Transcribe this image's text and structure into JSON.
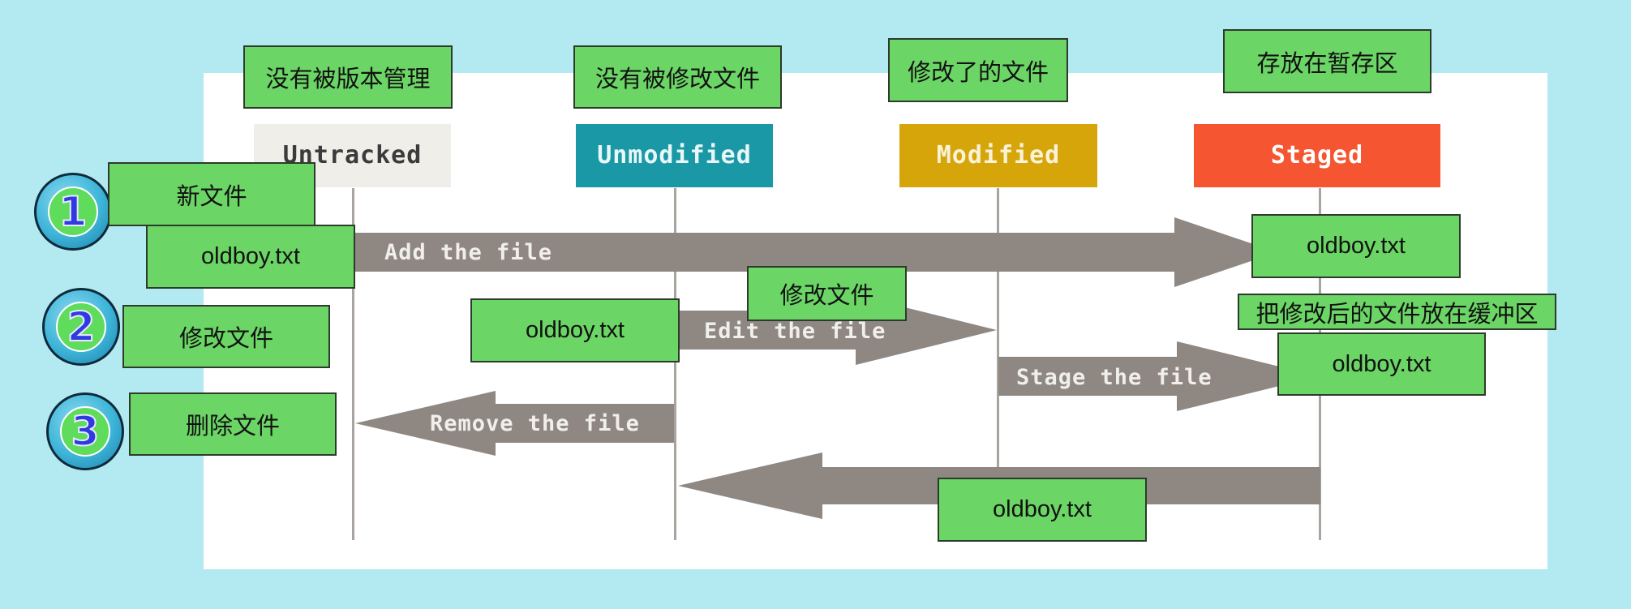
{
  "states": [
    {
      "key": "untracked",
      "label": "Untracked",
      "bg": "#efeee9",
      "fg": "#3b3b3b"
    },
    {
      "key": "unmodified",
      "label": "Unmodified",
      "bg": "#1a98a6",
      "fg": "#e8f7f8"
    },
    {
      "key": "modified",
      "label": "Modified",
      "bg": "#d5a50a",
      "fg": "#fbf2d8"
    },
    {
      "key": "staged",
      "label": "Staged",
      "bg": "#f55530",
      "fg": "#ffffff"
    }
  ],
  "state_captions": {
    "untracked": "没有被版本管理",
    "unmodified": "没有被修改文件",
    "modified": "修改了的文件",
    "staged": "存放在暂存区"
  },
  "transitions": {
    "add": "Add the file",
    "edit": "Edit the file",
    "stage": "Stage the file",
    "remove": "Remove the file"
  },
  "steps": [
    {
      "number": "1",
      "label": "新文件"
    },
    {
      "number": "2",
      "label": "修改文件"
    },
    {
      "number": "3",
      "label": "删除文件"
    }
  ],
  "files": {
    "add_source": "oldboy.txt",
    "add_target": "oldboy.txt",
    "edit_source": "oldboy.txt",
    "stage_target": "oldboy.txt",
    "commit_return": "oldboy.txt"
  },
  "notes": {
    "edit_note": "修改文件",
    "stage_note": "把修改后的文件放在缓冲区"
  },
  "colors": {
    "background": "#b3e9f1",
    "panel": "#ffffff",
    "arrow": "#8e8782",
    "callout": "#6bd565",
    "badge_ring": "#3db4d8",
    "badge_number": "#2f3be0"
  }
}
